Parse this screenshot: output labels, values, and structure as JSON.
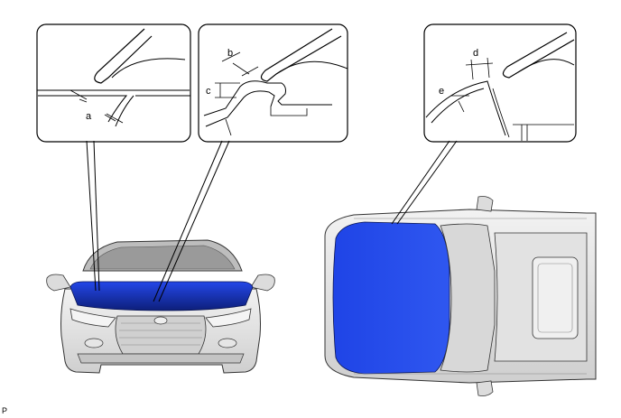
{
  "callouts": {
    "a": "a",
    "b": "b",
    "c": "c",
    "d": "d",
    "e": "e"
  },
  "reference_code": "P",
  "colors": {
    "hood_highlight": "#1a3fe0",
    "body_fill": "#e8e8e8",
    "outline": "#222222"
  }
}
